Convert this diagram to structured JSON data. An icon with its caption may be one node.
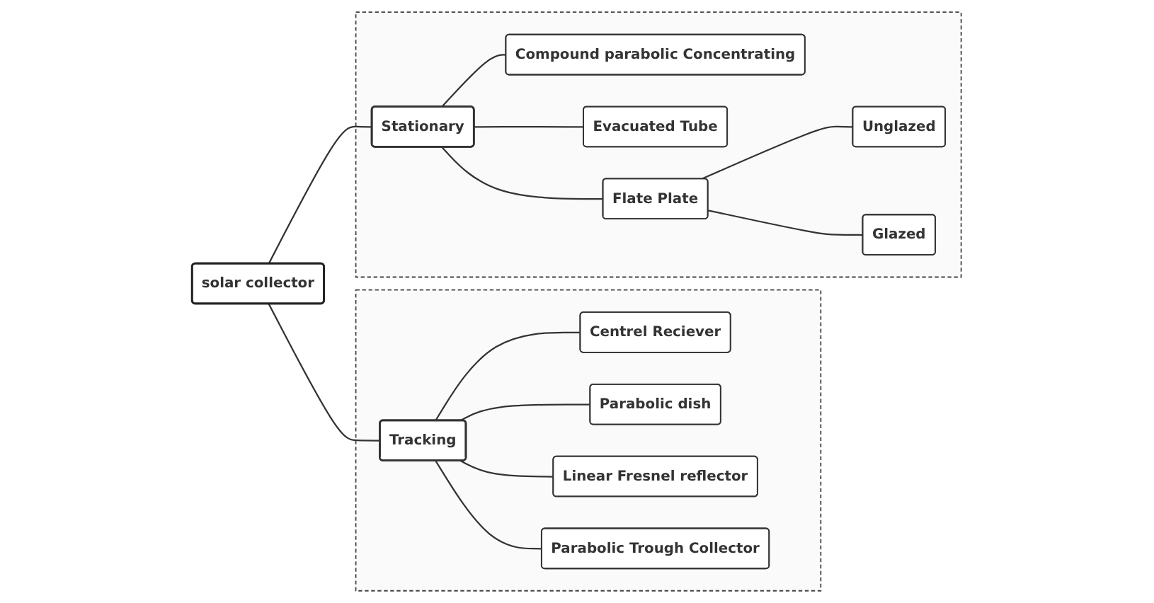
{
  "diagram": {
    "nodes": [
      {
        "text": [
          "solar collector"
        ]
      },
      {
        "text": [],
        "shape": "box"
      },
      {
        "text": [
          "Stationary"
        ],
        "in": 1
      },
      {
        "text": [
          "Flate Plate"
        ],
        "in": 1
      },
      {
        "text": [
          "Glazed"
        ],
        "in": 1
      },
      {
        "text": [
          "Unglazed"
        ],
        "in": 1
      },
      {
        "text": [
          "Evacuated Tube"
        ],
        "in": 1
      },
      {
        "text": [
          "Compound parabolic Concentrating"
        ],
        "in": 1
      },
      {
        "text": [],
        "shape": "box"
      },
      {
        "text": [
          "Tracking"
        ],
        "in": 8
      },
      {
        "text": [
          "Parabolic Trough Collector"
        ],
        "in": 8
      },
      {
        "text": [
          "Linear Fresnel reflector"
        ],
        "in": 8
      },
      {
        "text": [
          "Parabolic dish"
        ],
        "in": 8
      },
      {
        "text": [
          "Centrel Reciever"
        ],
        "in": 8
      }
    ],
    "edges": [
      {
        "from": 0,
        "to": 2,
        "arrow": "none"
      },
      {
        "from": 0,
        "to": 9,
        "arrow": "none"
      },
      {
        "from": 2,
        "to": 3,
        "arrow": "none"
      },
      {
        "from": 3,
        "to": 4,
        "arrow": "none"
      },
      {
        "from": 3,
        "to": 5,
        "arrow": "none"
      },
      {
        "from": 2,
        "to": 6,
        "arrow": "none"
      },
      {
        "from": 2,
        "to": 7,
        "arrow": "none"
      },
      {
        "from": 9,
        "to": 10,
        "arrow": "none"
      },
      {
        "from": 9,
        "to": 11,
        "arrow": "none"
      },
      {
        "from": 9,
        "to": 12,
        "arrow": "none"
      },
      {
        "from": 9,
        "to": 13,
        "arrow": "none"
      }
    ]
  }
}
